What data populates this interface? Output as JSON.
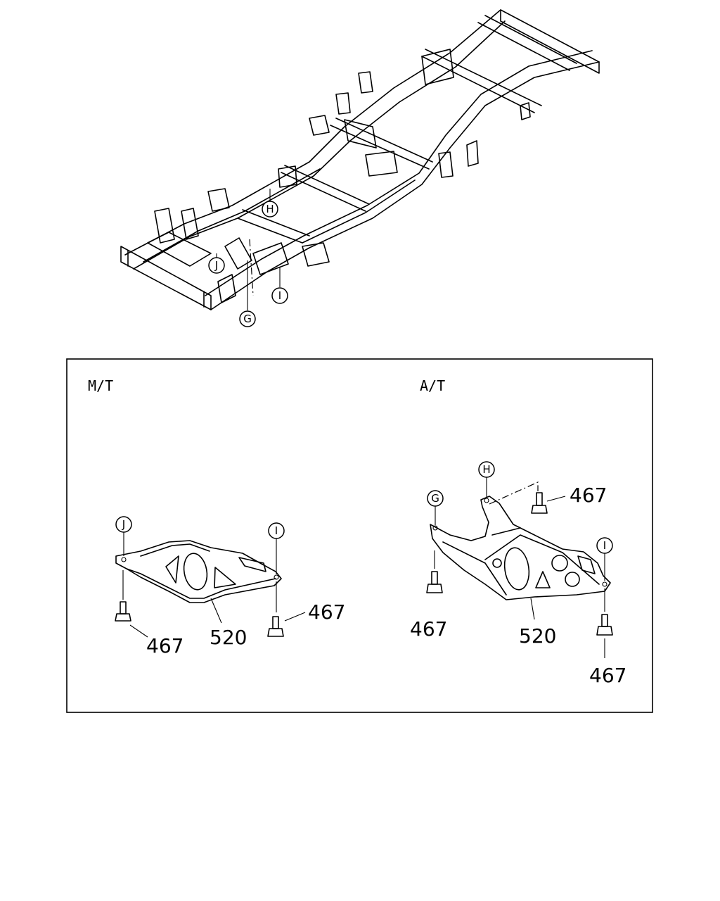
{
  "callouts": {
    "frame_g": "G",
    "frame_h": "H",
    "frame_i": "I",
    "frame_j": "J",
    "mt_j": "J",
    "mt_i": "I",
    "at_g": "G",
    "at_h": "H",
    "at_i": "I"
  },
  "panels": {
    "mt": {
      "label": "M/T",
      "part_520": "520",
      "bolt_left": "467",
      "bolt_right": "467"
    },
    "at": {
      "label": "A/T",
      "part_520": "520",
      "bolt_top": "467",
      "bolt_left": "467",
      "bolt_right": "467"
    }
  }
}
